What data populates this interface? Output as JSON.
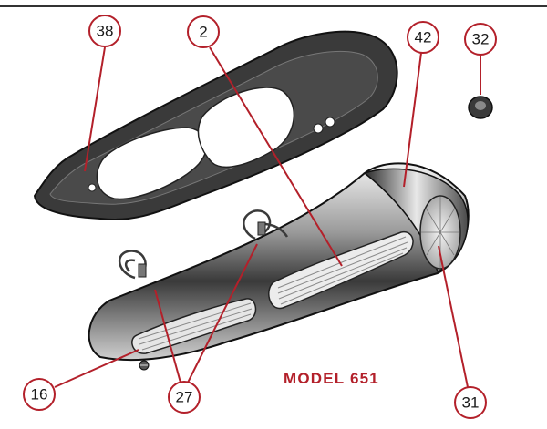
{
  "colors": {
    "accent": "#b3202a",
    "ink": "#1a1a1a",
    "paper": "#ffffff"
  },
  "title": "MODEL 651",
  "callouts": [
    {
      "id": "c38",
      "label": "38"
    },
    {
      "id": "c2",
      "label": "2"
    },
    {
      "id": "c42",
      "label": "42"
    },
    {
      "id": "c32",
      "label": "32"
    },
    {
      "id": "c16",
      "label": "16"
    },
    {
      "id": "c27",
      "label": "27"
    },
    {
      "id": "c31",
      "label": "31"
    }
  ],
  "parts": [
    {
      "id": "gasket",
      "callout": "38"
    },
    {
      "id": "lens",
      "callout": "2"
    },
    {
      "id": "housing",
      "callout": "42"
    },
    {
      "id": "grommet",
      "callout": "32"
    },
    {
      "id": "screw",
      "callout": "16"
    },
    {
      "id": "bulb-sockets",
      "callout": "27"
    },
    {
      "id": "side-reflector",
      "callout": "31"
    }
  ]
}
